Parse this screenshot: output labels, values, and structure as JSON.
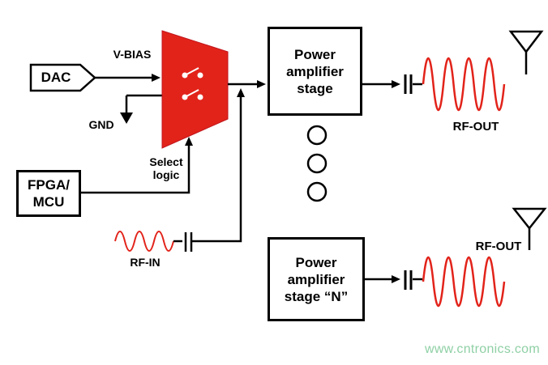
{
  "colors": {
    "accent_red": "#e2231a",
    "line_black": "#000000",
    "watermark_green": "#8fd0a5"
  },
  "nodes": {
    "dac": {
      "label": "DAC"
    },
    "fpga": {
      "lines": [
        "FPGA/",
        "MCU"
      ]
    },
    "pa1": {
      "lines": [
        "Power",
        "amplifier",
        "stage"
      ]
    },
    "paN": {
      "lines": [
        "Power",
        "amplifier",
        "stage “N”"
      ]
    }
  },
  "labels": {
    "v_bias": "V-BIAS",
    "gnd": "GND",
    "select_logic": [
      "Select",
      "logic"
    ],
    "rf_in": "RF-IN",
    "rf_out_top": "RF-OUT",
    "rf_out_bottom": "RF-OUT"
  },
  "icons": {
    "mux": "mux-switch-icon",
    "ground": "ground-arrow-icon",
    "capacitor": "capacitor-icon",
    "antenna": "antenna-icon",
    "sine_wave": "sine-wave-icon",
    "ellipsis": "vertical-dots-icon"
  },
  "watermark": "www.cntronics.com"
}
